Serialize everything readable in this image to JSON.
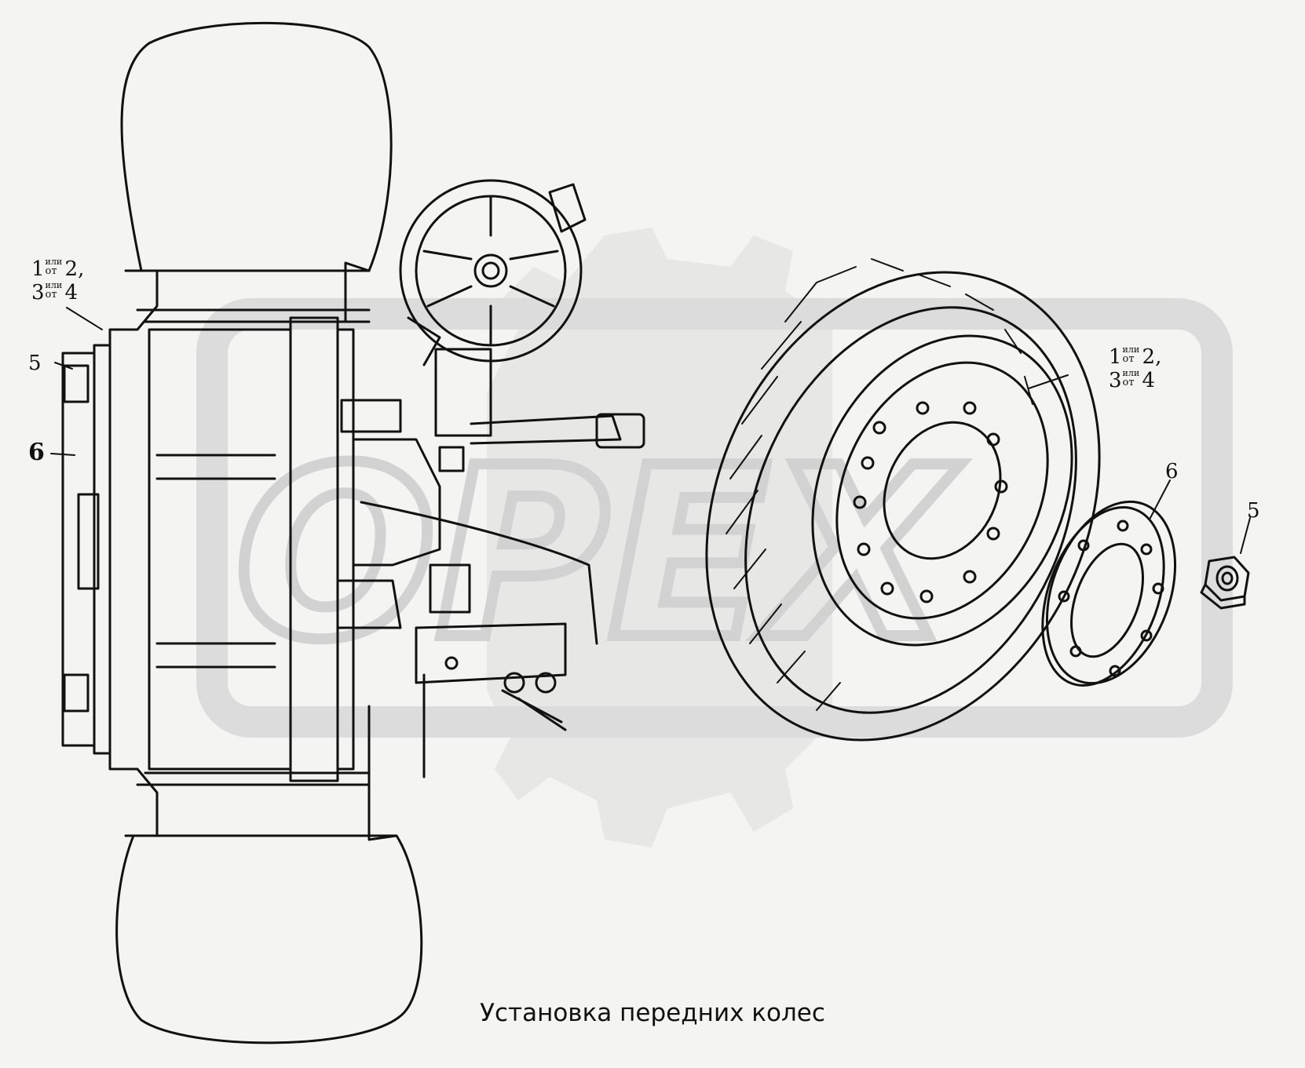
{
  "caption": "Установка передних колес",
  "watermark": {
    "text": "OPEX",
    "color": "#dcdcdc"
  },
  "callouts": {
    "left_top": {
      "a": "1",
      "a_small_top": "или",
      "a_small_bottom": "от",
      "a_tail": "2,",
      "b": "3",
      "b_small_top": "или",
      "b_small_bottom": "от",
      "b_tail": "4"
    },
    "left_5": "5",
    "left_6": "6",
    "right_top": {
      "a": "1",
      "a_small_top": "или",
      "a_small_bottom": "от",
      "a_tail": "2,",
      "b": "3",
      "b_small_top": "или",
      "b_small_bottom": "от",
      "b_tail": "4"
    },
    "right_6": "6",
    "right_5": "5"
  },
  "colors": {
    "line": "#111111",
    "background": "#f4f4f2",
    "watermark": "#dcdcdc"
  }
}
